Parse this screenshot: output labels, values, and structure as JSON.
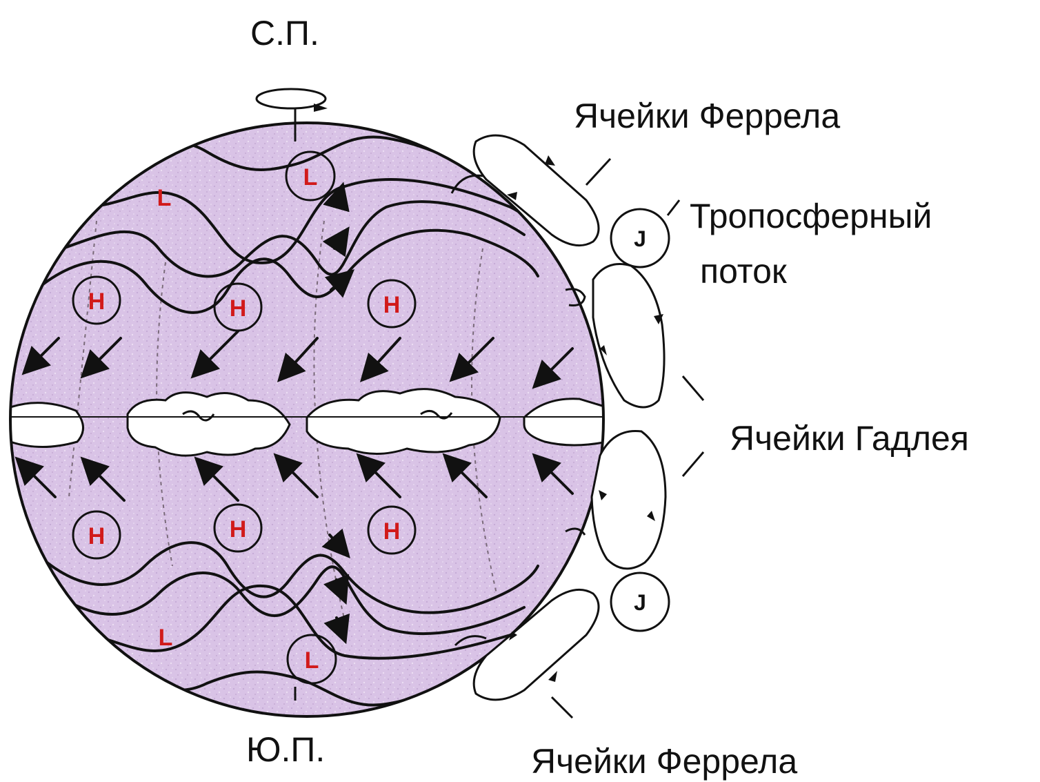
{
  "labels": {
    "north_pole": "С.П.",
    "south_pole": "Ю.П.",
    "ferrel_top": "Ячейки Феррела",
    "jet_line1": "Тропосферный",
    "jet_line2": "поток",
    "hadley": "Ячейки Гадлея",
    "ferrel_bottom": "Ячейки Феррела"
  },
  "pressure_systems": {
    "low": "L",
    "high": "H"
  },
  "jet_marker": "J",
  "colors": {
    "globe_fill": "#d9c3e6",
    "pressure_text": "#d11a1a",
    "outline": "#111111",
    "background": "#ffffff"
  }
}
